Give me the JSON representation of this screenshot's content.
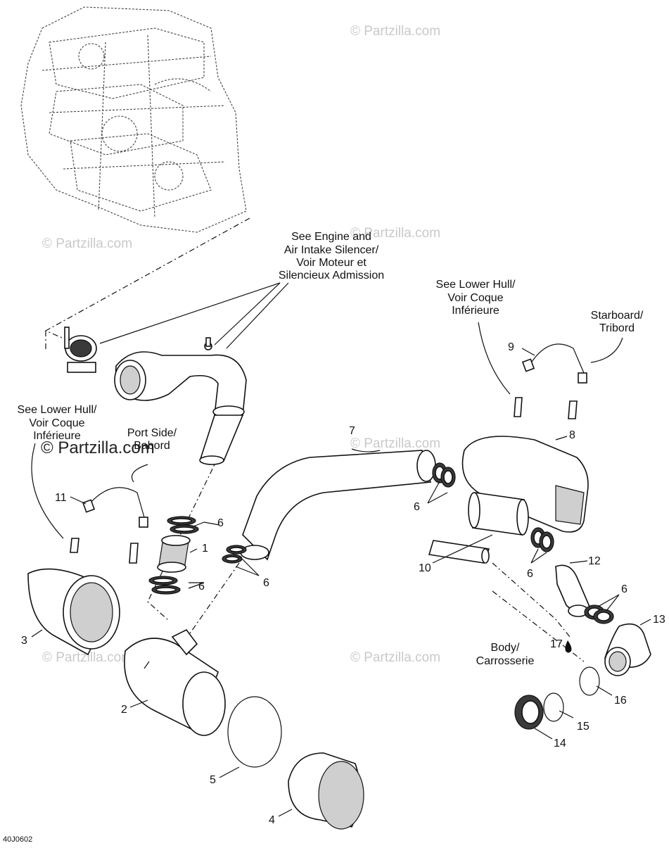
{
  "diagram": {
    "code": "40J0602",
    "watermark": "© Partzilla.com",
    "callouts": {
      "see_engine": [
        "See Engine and",
        "Air Intake Silencer/",
        "Voir Moteur et",
        "Silencieux Admission"
      ],
      "see_lower_hull_right": [
        "See Lower Hull/",
        "Voir Coque",
        "Inférieure"
      ],
      "see_lower_hull_left": [
        "See Lower Hull/",
        "Voir Coque",
        "Inférieure"
      ],
      "starboard": [
        "Starboard/",
        "Tribord"
      ],
      "port_side": [
        "Port Side/",
        "Babord"
      ],
      "body": [
        "Body/",
        "Carrosserie"
      ]
    },
    "part_numbers": {
      "p1": "1",
      "p2": "2",
      "p3": "3",
      "p4": "4",
      "p5": "5",
      "p6a": "6",
      "p6b": "6",
      "p6c": "6",
      "p6d": "6",
      "p6e": "6",
      "p6f": "6",
      "p7": "7",
      "p8": "8",
      "p9": "9",
      "p10": "10",
      "p11": "11",
      "p12": "12",
      "p13": "13",
      "p14": "14",
      "p15": "15",
      "p16": "16",
      "p17": "17"
    }
  }
}
